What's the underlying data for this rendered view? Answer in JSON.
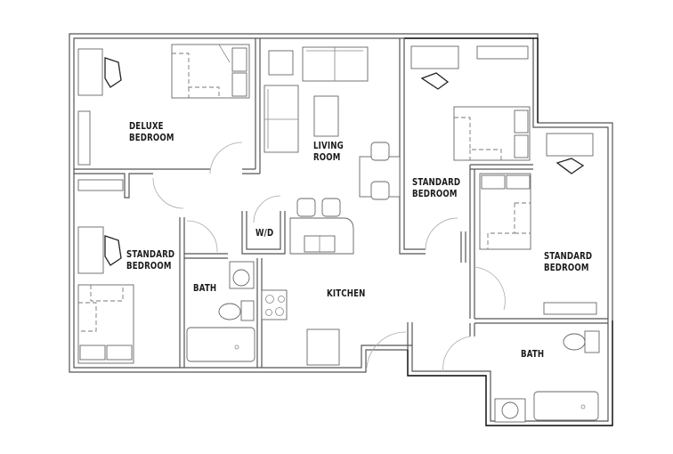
{
  "floor_plan": {
    "rooms": [
      {
        "id": "deluxe-bedroom",
        "line1": "DELUXE",
        "line2": "BEDROOM"
      },
      {
        "id": "living-room",
        "line1": "LIVING",
        "line2": "ROOM"
      },
      {
        "id": "standard-bedroom-1",
        "line1": "STANDARD",
        "line2": "BEDROOM"
      },
      {
        "id": "standard-bedroom-2",
        "line1": "STANDARD",
        "line2": "BEDROOM"
      },
      {
        "id": "standard-bedroom-3",
        "line1": "STANDARD",
        "line2": "BEDROOM"
      },
      {
        "id": "bath-1",
        "line1": "BATH"
      },
      {
        "id": "kitchen",
        "line1": "KITCHEN"
      },
      {
        "id": "bath-2",
        "line1": "BATH"
      },
      {
        "id": "washer-dryer",
        "line1": "W/D"
      }
    ],
    "colors": {
      "walls": "#555555",
      "exterior_accent": "#111111",
      "furniture": "#666666",
      "text": "#1a1a1a"
    }
  }
}
